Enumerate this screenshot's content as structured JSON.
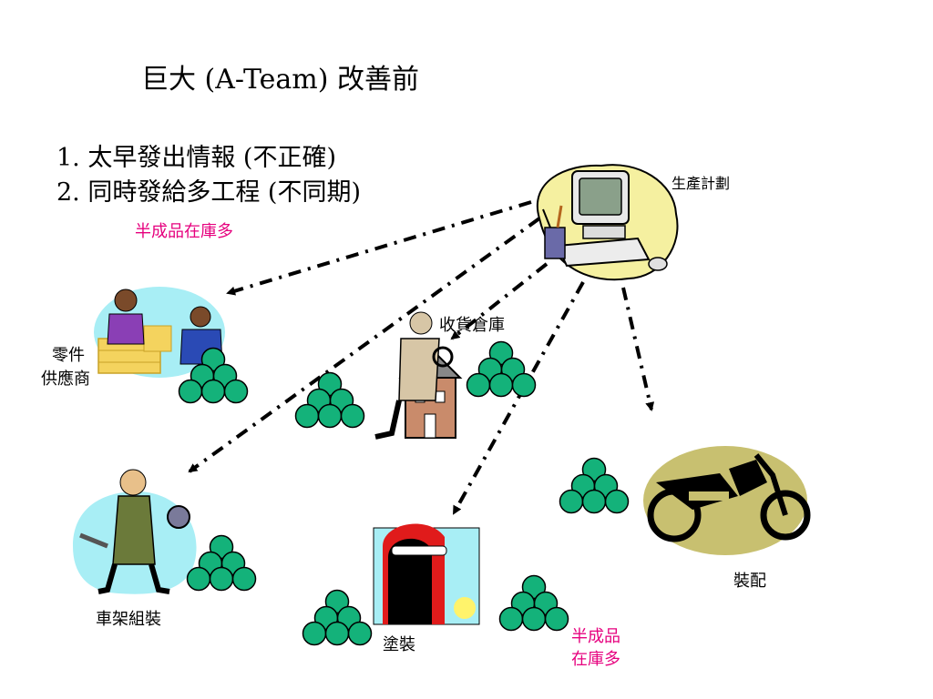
{
  "title": "巨大 (A-Team) 改善前",
  "points": [
    "1. 太早發出情報 (不正確)",
    "2. 同時發給多工程 (不同期)"
  ],
  "note_wip_top": "半成品在庫多",
  "nodes": {
    "planning": "生產計劃",
    "receiving": "收貨倉庫",
    "supplier_line1": "零件",
    "supplier_line2": "供應商",
    "frame_assembly": "車架組裝",
    "painting": "塗裝",
    "assembly": "裝配"
  },
  "note_wip_bottom_line1": "半成品",
  "note_wip_bottom_line2": "在庫多",
  "colors": {
    "inventory_ball": "#14b27a",
    "note_text": "#e6007e",
    "blob_yellow": "#f5f0a0",
    "blob_cyan": "#a8eef5"
  }
}
